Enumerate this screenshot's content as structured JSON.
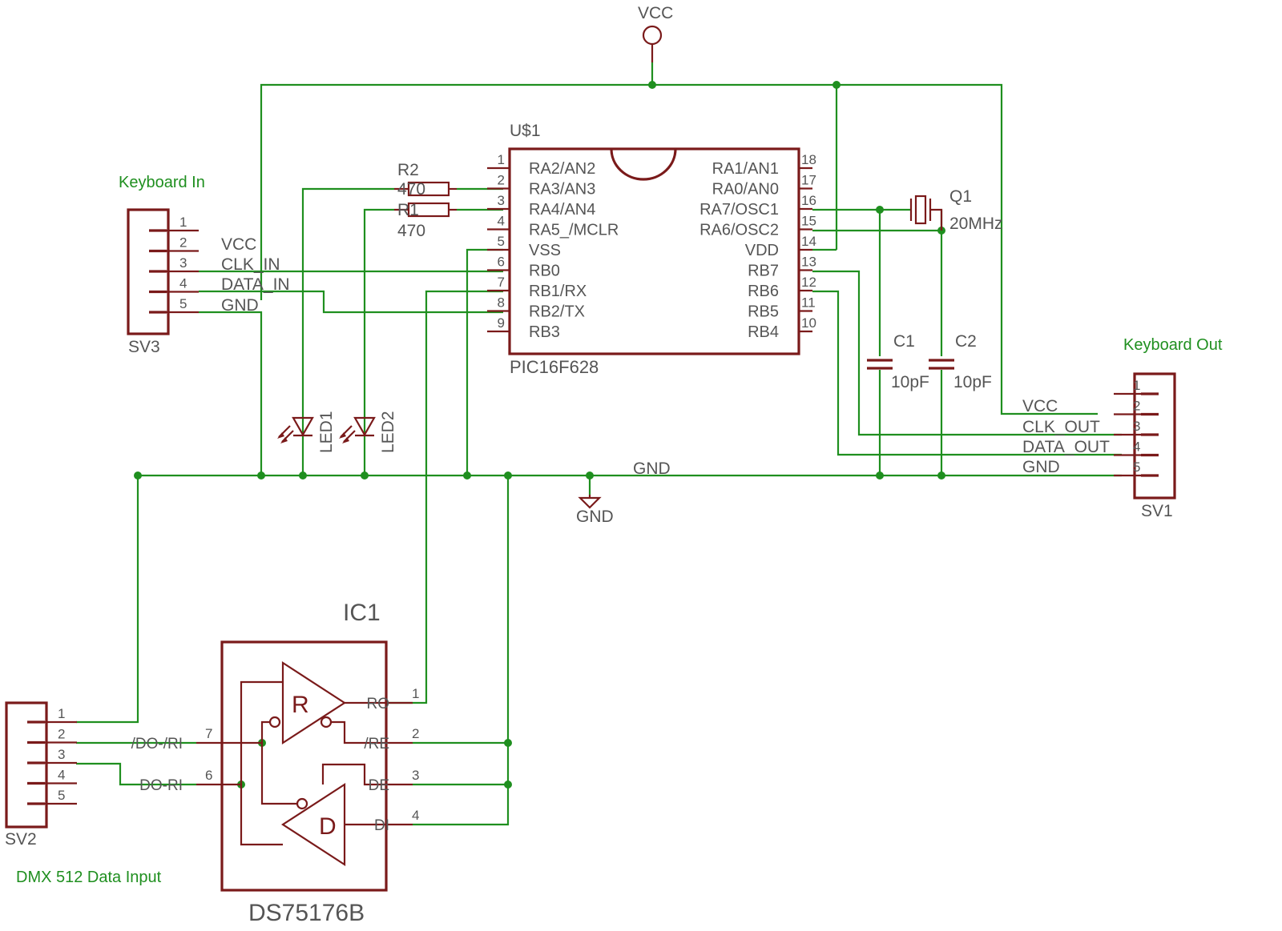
{
  "colors": {
    "wire": "#1f8f1f",
    "component": "#7a1a1a",
    "text": "#555555"
  },
  "supply": {
    "vcc": "VCC",
    "gnd_net": "GND",
    "gnd_symbol": "GND"
  },
  "mcu": {
    "designator": "U$1",
    "part": "PIC16F628",
    "left_pins": [
      {
        "num": "1",
        "name": "RA2/AN2"
      },
      {
        "num": "2",
        "name": "RA3/AN3"
      },
      {
        "num": "3",
        "name": "RA4/AN4"
      },
      {
        "num": "4",
        "name": "RA5_/MCLR"
      },
      {
        "num": "5",
        "name": "VSS"
      },
      {
        "num": "6",
        "name": "RB0"
      },
      {
        "num": "7",
        "name": "RB1/RX"
      },
      {
        "num": "8",
        "name": "RB2/TX"
      },
      {
        "num": "9",
        "name": "RB3"
      }
    ],
    "right_pins": [
      {
        "num": "18",
        "name": "RA1/AN1"
      },
      {
        "num": "17",
        "name": "RA0/AN0"
      },
      {
        "num": "16",
        "name": "RA7/OSC1"
      },
      {
        "num": "15",
        "name": "RA6/OSC2"
      },
      {
        "num": "14",
        "name": "VDD"
      },
      {
        "num": "13",
        "name": "RB7"
      },
      {
        "num": "12",
        "name": "RB6"
      },
      {
        "num": "11",
        "name": "RB5"
      },
      {
        "num": "10",
        "name": "RB4"
      }
    ]
  },
  "resistors": [
    {
      "name": "R2",
      "value": "470"
    },
    {
      "name": "R1",
      "value": "470"
    }
  ],
  "crystal": {
    "name": "Q1",
    "value": "20MHz"
  },
  "capacitors": [
    {
      "name": "C1",
      "value": "10pF"
    },
    {
      "name": "C2",
      "value": "10pF"
    }
  ],
  "leds": [
    "LED1",
    "LED2"
  ],
  "kb_in": {
    "title": "Keyboard In",
    "designator": "SV3",
    "pins": [
      "1",
      "2",
      "3",
      "4",
      "5"
    ],
    "nets": [
      "VCC",
      "CLK_IN",
      "DATA_IN",
      "GND"
    ]
  },
  "kb_out": {
    "title": "Keyboard Out",
    "designator": "SV1",
    "pins": [
      "1",
      "2",
      "3",
      "4",
      "5"
    ],
    "nets": [
      "VCC",
      "CLK_OUT",
      "DATA_OUT",
      "GND"
    ]
  },
  "dmx": {
    "title": "DMX 512 Data Input",
    "designator": "SV2",
    "pins": [
      "1",
      "2",
      "3",
      "4",
      "5"
    ]
  },
  "transceiver": {
    "designator": "IC1",
    "part": "DS75176B",
    "receiver_label": "R",
    "driver_label": "D",
    "pins": [
      {
        "num": "1",
        "name": "RO"
      },
      {
        "num": "2",
        "name": "/RE"
      },
      {
        "num": "3",
        "name": "DE"
      },
      {
        "num": "4",
        "name": "DI"
      },
      {
        "num": "7",
        "name": "/DO-/RI"
      },
      {
        "num": "6",
        "name": "DO-RI"
      }
    ]
  }
}
